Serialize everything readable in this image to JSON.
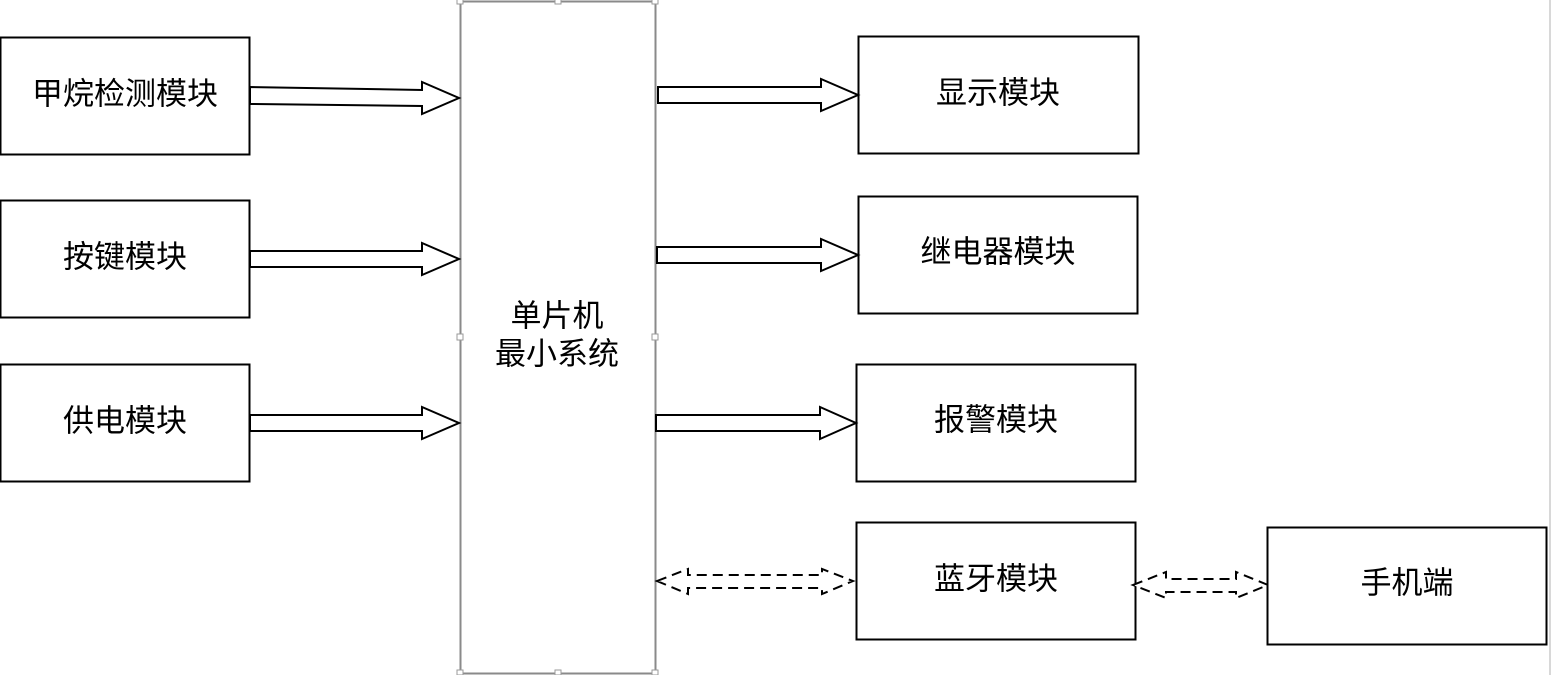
{
  "diagram": {
    "left_modules": [
      {
        "label": "甲烷检测模块"
      },
      {
        "label": "按键模块"
      },
      {
        "label": "供电模块"
      }
    ],
    "center": {
      "line1": "单片机",
      "line2": "最小系统"
    },
    "right_modules": [
      {
        "label": "显示模块"
      },
      {
        "label": "继电器模块"
      },
      {
        "label": "报警模块"
      },
      {
        "label": "蓝牙模块"
      }
    ],
    "phone": {
      "label": "手机端"
    }
  }
}
